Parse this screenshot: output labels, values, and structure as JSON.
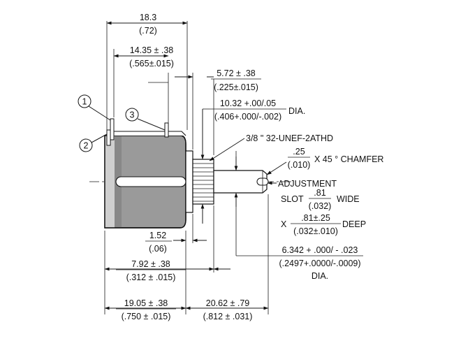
{
  "callouts": {
    "c1": "1",
    "c2": "2",
    "c3": "3"
  },
  "dims": {
    "overall_len": {
      "mm": "18.3",
      "in": "(.72)"
    },
    "terminal_span": {
      "mm": "14.35 ± .38",
      "in": "(.565±.015)"
    },
    "bushing_len": {
      "mm": "5.72 ± .38",
      "in": "(.225±.015)"
    },
    "bushing_dia": {
      "mm": "10.32 +.00/.05",
      "in": "(.406+.000/-.002)",
      "suffix": "DIA."
    },
    "thread": {
      "text": "3/8 \" 32-UNEF-2ATHD"
    },
    "chamfer": {
      "num": ".25",
      "den": "(.010)",
      "suffix": "X 45 ° CHAMFER"
    },
    "slot": {
      "line1": "ADJUSTMENT",
      "prefix": "SLOT",
      "num": ".81",
      "den": "(.032)",
      "suffix": "WIDE",
      "x_prefix": "X",
      "depth_num": ".81±.25",
      "depth_den": "(.032±.010)",
      "depth_suffix": "DEEP"
    },
    "flange": {
      "mm": "1.52",
      "in": "(.06)"
    },
    "shaft_dia": {
      "mm": "6.342 + .000/ - .023",
      "in": "(.2497+.0000/-.0009)",
      "suffix": "DIA."
    },
    "body_to_bushing": {
      "mm": "7.92 ± .38",
      "in": "(.312 ± .015)"
    },
    "body_len": {
      "mm": "19.05 ± .38",
      "in": "(.750 ± .015)"
    },
    "shaft_len": {
      "mm": "20.62 ± .79",
      "in": "(.812 ± .031)"
    }
  }
}
